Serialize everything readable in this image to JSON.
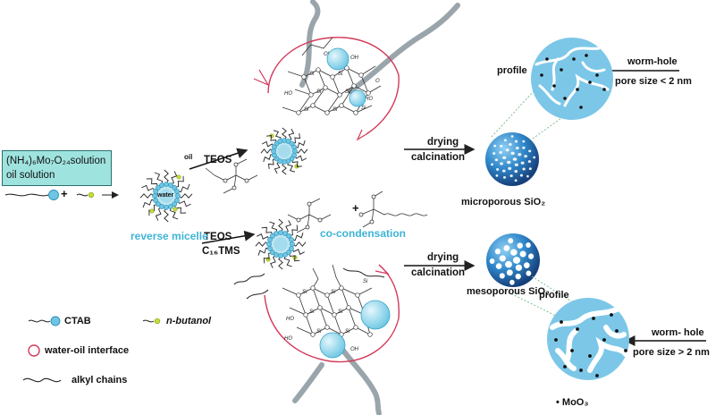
{
  "precursor_box": {
    "line1": "(NH₄)₆Mo₇O₂₄solution",
    "line2": "oil solution"
  },
  "labels": {
    "plus_main": "+",
    "plus_co": "+",
    "oil": "oil",
    "water": "water",
    "teos_top": "TEOS",
    "teos_bottom": "TEOS",
    "c16tms": "C₁₆TMS",
    "reverse_micelle": "reverse micelle",
    "co_condensation": "co-condensation",
    "drying_top": "drying",
    "calcination_top": "calcination",
    "drying_bottom": "drying",
    "calcination_bottom": "calcination",
    "microporous": "microporous SiO₂",
    "mesoporous": "mesoporous SiO₂",
    "profile_top": "profile",
    "profile_bottom": "profile",
    "wormhole_top": "worm-hole",
    "poresize_top": "pore size < 2 nm",
    "wormhole_bottom": "worm- hole",
    "poresize_bottom": "pore size > 2 nm",
    "moo3": "• MoO₃"
  },
  "legend": {
    "ctab": "CTAB",
    "nbutanol": "n-butanol",
    "interface": "water-oil interface",
    "alkyl": "alkyl chains"
  },
  "colors": {
    "box_fill": "#9fe3df",
    "micelle_core": "#bfe6f2",
    "micelle_ring": "#d23a5a",
    "sphere_blue": "#2f86c9",
    "profile_fill": "#7cc7e8",
    "polymer_gray": "#9aa5ab",
    "accent_cyan": "#3fb3d6",
    "butanol_yellow": "#c9dc3a"
  }
}
